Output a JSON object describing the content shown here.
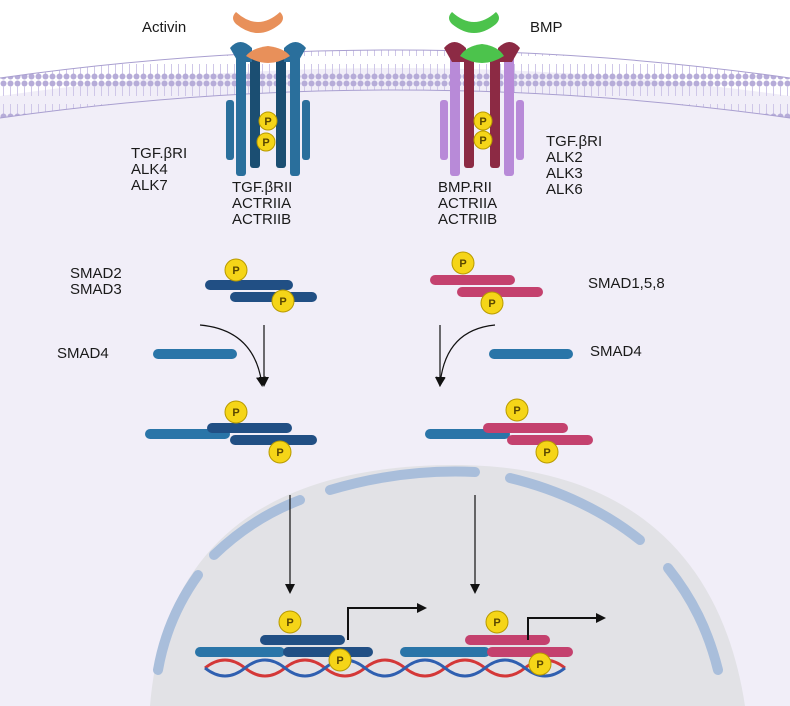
{
  "ligands": {
    "left": "Activin",
    "right": "BMP"
  },
  "receptors": {
    "left_type1": [
      "TGF.βRI",
      "ALK4",
      "ALK7"
    ],
    "left_type2": [
      "TGF.βRII",
      "ACTRIIA",
      "ACTRIIB"
    ],
    "right_type2": [
      "BMP.RII",
      "ACTRIIA",
      "ACTRIIB"
    ],
    "right_type1": [
      "TGF.βRI",
      "ALK2",
      "ALK3",
      "ALK6"
    ]
  },
  "smads": {
    "left_rsmads": [
      "SMAD2",
      "SMAD3"
    ],
    "right_rsmads": "SMAD1,5,8",
    "left_cosmad": "SMAD4",
    "right_cosmad": "SMAD4"
  },
  "phospho_label": "P",
  "colors": {
    "activin_ligand": "#e8905a",
    "bmp_ligand": "#4cc34c",
    "activin_receptor": "#2a6f9c",
    "activin_receptor_dark": "#1b4e72",
    "bmp_receptor_light": "#b88ad8",
    "bmp_receptor_dark": "#8c2a44",
    "rsmad_left": "#214f84",
    "rsmad_right": "#c4416e",
    "smad4": "#2a75a8",
    "phosphate": "#f5d518",
    "cytoplasm": "#f1eef8",
    "nucleus": "#e2e2e6",
    "membrane": "#a99fd0",
    "dna_red": "#d43838",
    "dna_blue": "#2f5fb0"
  }
}
